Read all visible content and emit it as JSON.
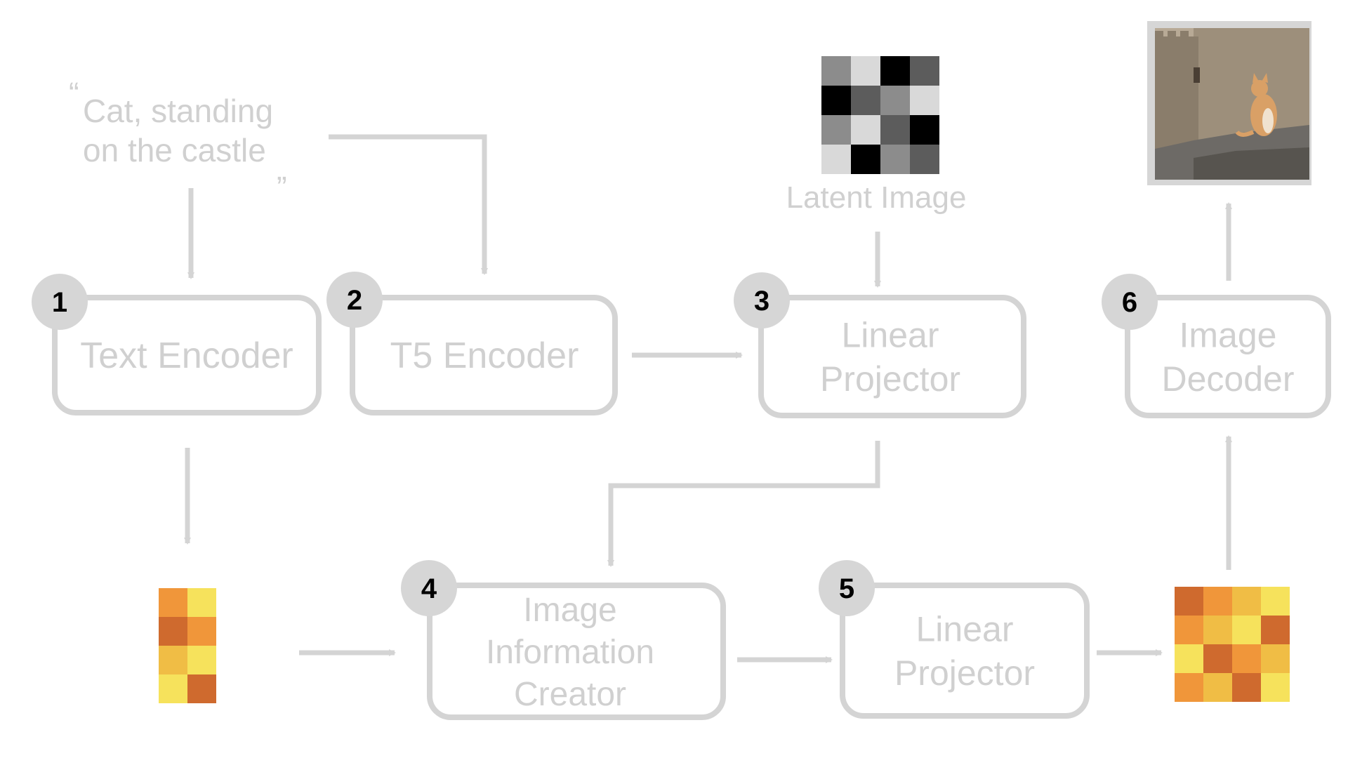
{
  "prompt": {
    "open_quote": "“",
    "line1": "Cat, standing",
    "line2": "on the castle",
    "close_quote": "„"
  },
  "latent": {
    "label": "Latent Image",
    "grid": [
      [
        "#8c8c8c",
        "#d9d9d9",
        "#000000",
        "#5c5c5c"
      ],
      [
        "#000000",
        "#5c5c5c",
        "#8c8c8c",
        "#d9d9d9"
      ],
      [
        "#8c8c8c",
        "#d9d9d9",
        "#5c5c5c",
        "#000000"
      ],
      [
        "#d9d9d9",
        "#000000",
        "#8c8c8c",
        "#5c5c5c"
      ]
    ]
  },
  "output_image": {
    "icon": "cat-on-castle-photo"
  },
  "blocks": [
    {
      "number": "1",
      "lines": [
        "Text Encoder"
      ]
    },
    {
      "number": "2",
      "lines": [
        "T5 Encoder"
      ]
    },
    {
      "number": "3",
      "lines": [
        "Linear",
        "Projector"
      ]
    },
    {
      "number": "4",
      "lines": [
        "Image",
        "Information",
        "Creator"
      ]
    },
    {
      "number": "5",
      "lines": [
        "Linear",
        "Projector"
      ]
    },
    {
      "number": "6",
      "lines": [
        "Image",
        "Decoder"
      ]
    }
  ],
  "text_embedding_grid": [
    [
      "#f0963a",
      "#f6e25c"
    ],
    [
      "#cf6a2e",
      "#f0963a"
    ],
    [
      "#f0bd45",
      "#f6e25c"
    ],
    [
      "#f6e25c",
      "#cf6a2e"
    ]
  ],
  "output_latent_grid": [
    [
      "#cf6a2e",
      "#f0963a",
      "#f0bd45",
      "#f6e25c"
    ],
    [
      "#f0963a",
      "#f0bd45",
      "#f6e25c",
      "#cf6a2e"
    ],
    [
      "#f6e25c",
      "#cf6a2e",
      "#f0963a",
      "#f0bd45"
    ],
    [
      "#f0963a",
      "#f0bd45",
      "#cf6a2e",
      "#f6e25c"
    ]
  ],
  "colors": {
    "line": "#d4d4d4",
    "label_text": "#d0d0d0",
    "badge_fill": "#d6d6d6",
    "badge_text": "#000000"
  }
}
